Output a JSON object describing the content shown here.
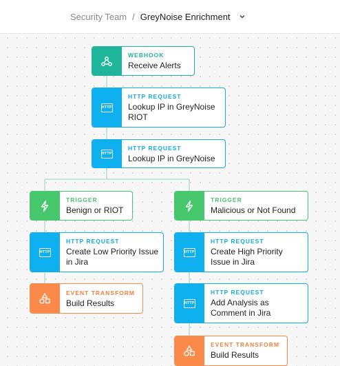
{
  "breadcrumb": {
    "team": "Security Team",
    "separator": "/",
    "story": "GreyNoise Enrichment"
  },
  "nodes": [
    {
      "kind": "Webhook",
      "name": "Receive Alerts",
      "icon": "webhook-icon"
    },
    {
      "kind": "HTTP Request",
      "name": "Lookup IP in GreyNoise RIOT",
      "icon": "http-icon"
    },
    {
      "kind": "HTTP Request",
      "name": "Lookup IP in GreyNoise",
      "icon": "http-icon"
    },
    {
      "kind": "Trigger",
      "name": "Benign or RIOT",
      "icon": "lightning-icon"
    },
    {
      "kind": "Trigger",
      "name": "Malicious or Not Found",
      "icon": "lightning-icon"
    },
    {
      "kind": "HTTP Request",
      "name": "Create Low Priority Issue in Jira",
      "icon": "http-icon"
    },
    {
      "kind": "HTTP Request",
      "name": "Create High Priority Issue in Jira",
      "icon": "http-icon"
    },
    {
      "kind": "Event Transform",
      "name": "Build Results",
      "icon": "shapes-icon"
    },
    {
      "kind": "HTTP Request",
      "name": "Add Analysis as Comment in Jira",
      "icon": "http-icon"
    },
    {
      "kind": "Event Transform",
      "name": "Build Results",
      "icon": "shapes-icon"
    }
  ],
  "colors": {
    "webhook": "#1fb59a",
    "http_request": "#0fb0f0",
    "trigger": "#46c76b",
    "event_transform": "#fb8a4a",
    "connector": "#9fdccd"
  }
}
